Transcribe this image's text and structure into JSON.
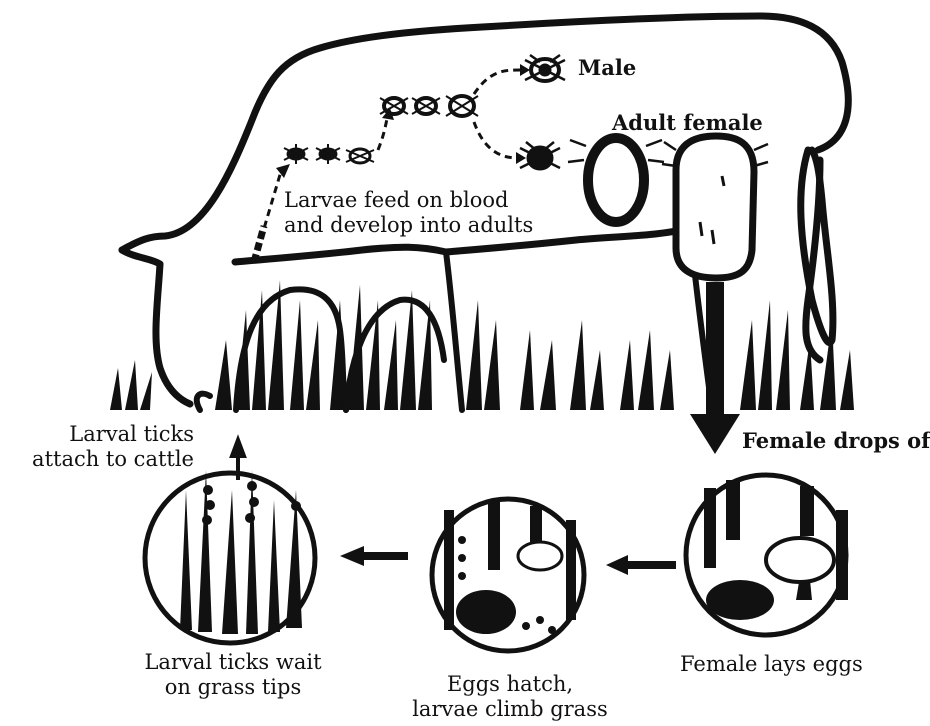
{
  "labels": {
    "male": "Male",
    "adult_female": "Adult female",
    "larvae_feed": [
      "Larvae feed on blood",
      "and develop into adults"
    ],
    "larval_attach": [
      "Larval ticks",
      "attach to cattle"
    ],
    "female_drops": "Female drops off",
    "larval_wait": [
      "Larval ticks wait",
      "on grass tips"
    ],
    "eggs_hatch": [
      "Eggs hatch,",
      "larvae climb grass"
    ],
    "female_lays": "Female lays eggs"
  },
  "colors": {
    "ink": "#111111",
    "background": "#ffffff"
  }
}
